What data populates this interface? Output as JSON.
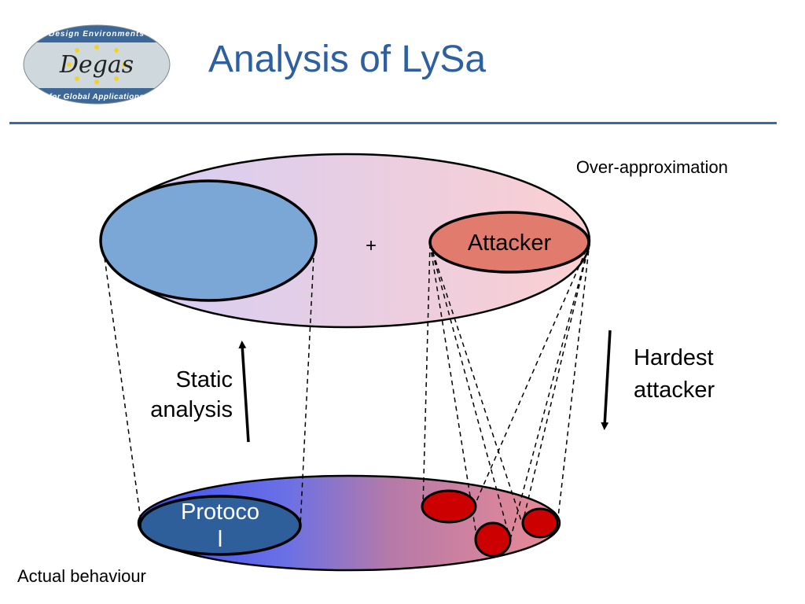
{
  "slide": {
    "title": "Analysis of LySa"
  },
  "logo": {
    "top_text": "Design Environments",
    "center_text": "Degas",
    "bottom_text": "for Global Applications"
  },
  "diagram": {
    "over_approximation_label": "Over-approximation",
    "plus_sign": "+",
    "attacker_label": "Attacker",
    "static_analysis_lines": [
      "Static",
      "analysis"
    ],
    "hardest_attacker_lines": [
      "Hardest",
      "attacker"
    ],
    "protocol_lines": [
      "Protoco",
      "l"
    ],
    "actual_behaviour_label": "Actual behaviour"
  },
  "colors": {
    "title": "#2e5f9e",
    "rule": "#3a6aa6",
    "protocol_top_fill": "#7ba7d6",
    "protocol_bottom_fill": "#2f5f9a",
    "attacker_fill": "#e07b6e",
    "attacker_instance_fill": "#cc0000"
  }
}
